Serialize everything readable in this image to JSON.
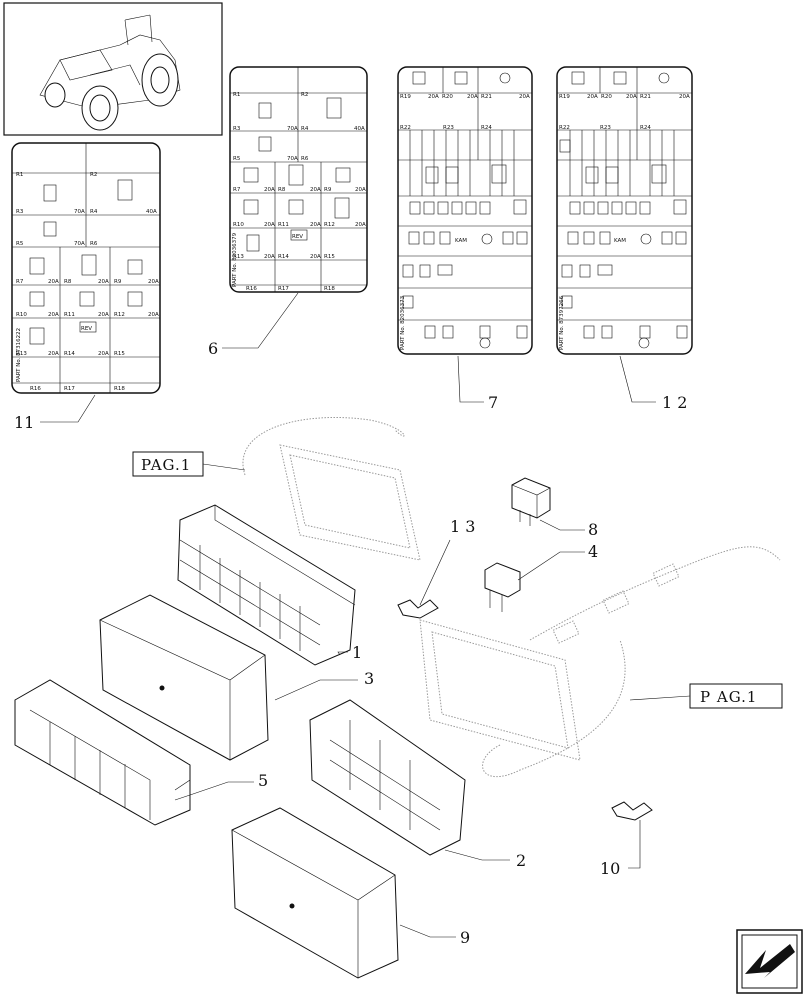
{
  "pag_labels": {
    "left": "PAG.1",
    "right": "P AG.1"
  },
  "callouts": {
    "c1": "1",
    "c2": "2",
    "c3": "3",
    "c4": "4",
    "c5": "5",
    "c6": "6",
    "c7": "7",
    "c8": "8",
    "c9": "9",
    "c10": "10",
    "c11": "11",
    "c12": "1 2",
    "c13": "1 3"
  },
  "panel11": {
    "r1": "R1",
    "r2": "R2",
    "r3": "R3",
    "r4": "R4",
    "r5": "R5",
    "r6": "R6",
    "r7": "R7",
    "r8": "R8",
    "r9": "R9",
    "r10": "R10",
    "r11": "R11",
    "r12": "R12",
    "r13": "R13",
    "r14": "R14",
    "r15": "R15",
    "r16": "R16",
    "r17": "R17",
    "r18": "R18",
    "a70": "70A",
    "a40": "40A",
    "a20": "20A",
    "rev": "REV",
    "part": "PART No. 87316222"
  },
  "panel6": {
    "r1": "R1",
    "r2": "R2",
    "r3": "R3",
    "r4": "R4",
    "r5": "R5",
    "r6": "R6",
    "r7": "R7",
    "r8": "R8",
    "r9": "R9",
    "r10": "R10",
    "r11": "R11",
    "r12": "R12",
    "r13": "R13",
    "r14": "R14",
    "r15": "R15",
    "r16": "R16",
    "r17": "R17",
    "r18": "R18",
    "a70": "70A",
    "a40": "40A",
    "a20": "20A",
    "rev": "REV",
    "part": "PART No. 82036379"
  },
  "panel7": {
    "r19": "R19",
    "r20": "R20",
    "r21": "R21",
    "r22": "R22",
    "r23": "R23",
    "r24": "R24",
    "a20": "20A",
    "kam": "KAM",
    "part": "PART No. 82036373"
  },
  "panel12": {
    "r19": "R19",
    "r20": "R20",
    "r21": "R21",
    "r22": "R22",
    "r23": "R23",
    "r24": "R24",
    "a20": "20A",
    "kam": "KAM",
    "part": "PART No. 87397266"
  }
}
